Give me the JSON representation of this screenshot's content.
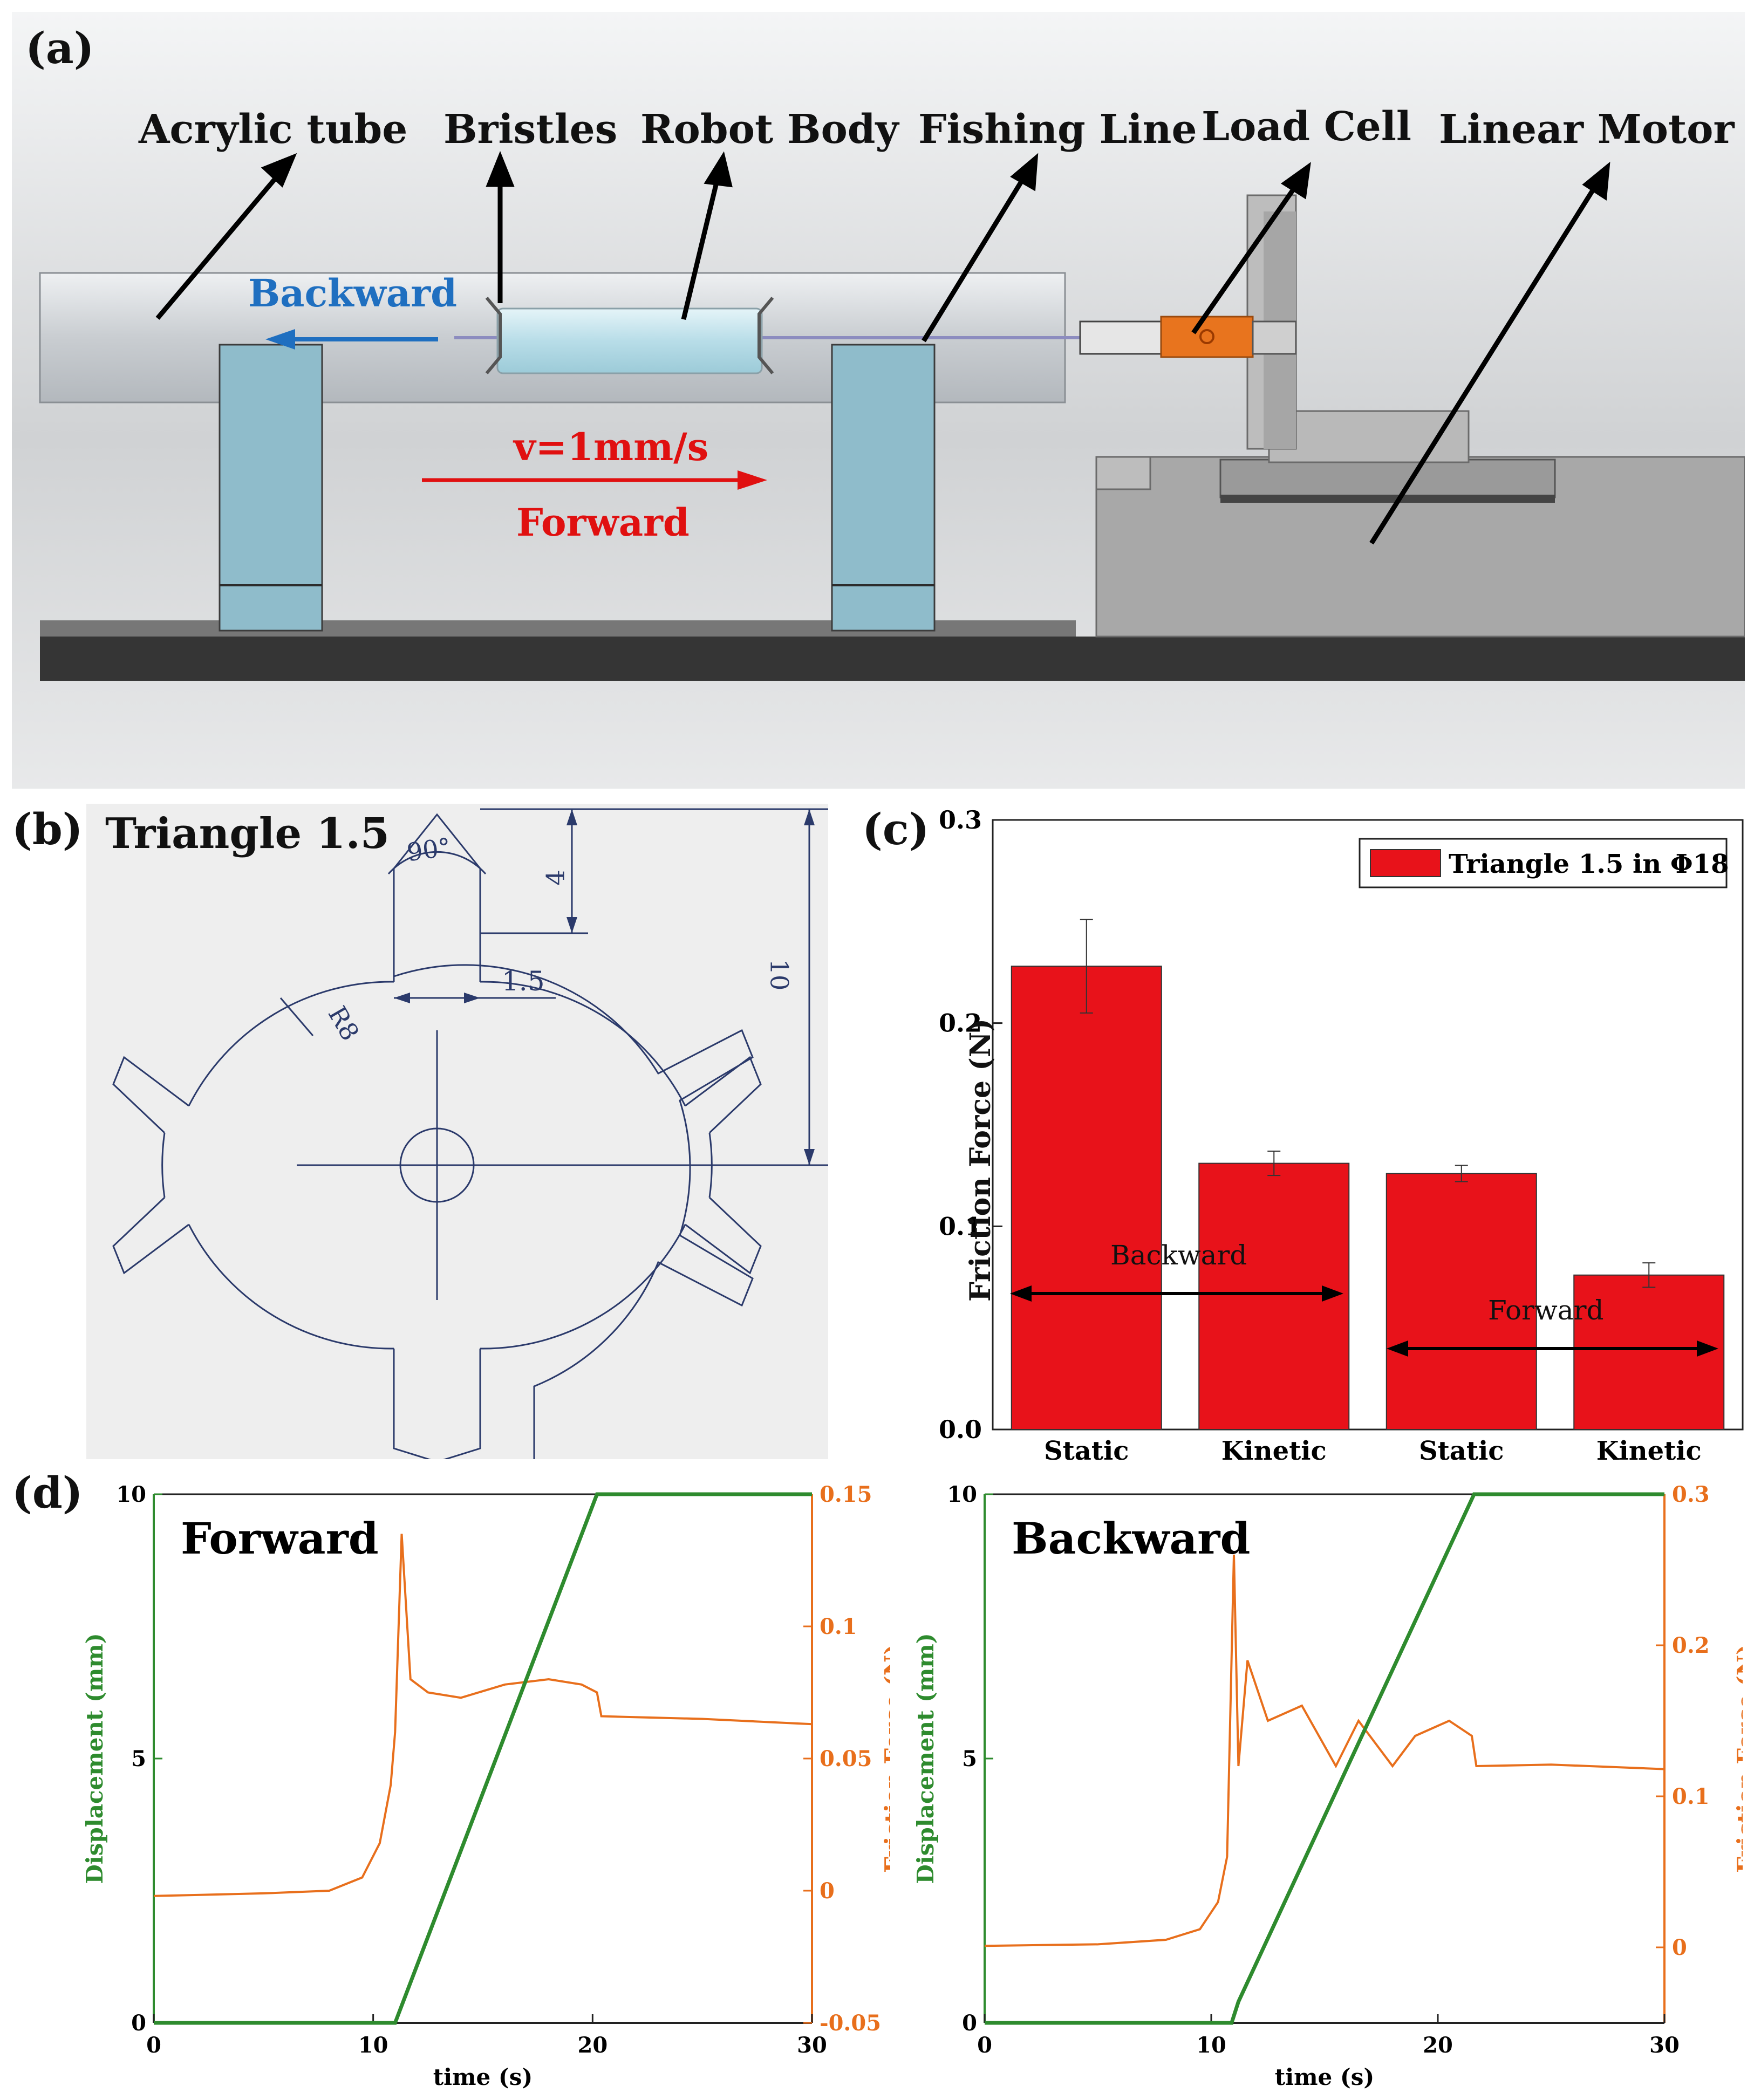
{
  "panel_a": {
    "letter": "(a)",
    "labels": {
      "acrylic_tube": "Acrylic tube",
      "bristles": "Bristles",
      "robot_body": "Robot Body",
      "fishing_line": "Fishing Line",
      "load_cell": "Load Cell",
      "linear_motor": "Linear  Motor"
    },
    "backward": "Backward",
    "velocity": "v=1mm/s",
    "forward": "Forward",
    "colors": {
      "backward": "#1f6fc0",
      "forward": "#e01010",
      "tube": "#cfd3d7",
      "support": "#8fbccb",
      "base": "#3c3c3c",
      "motor": "#a9a9a9",
      "load_cell": "#e8741e"
    }
  },
  "panel_b": {
    "letter": "(b)",
    "title": "Triangle 1.5",
    "dims": {
      "angle": "90°",
      "tip": "4",
      "width": "1.5",
      "radius": "R8",
      "total": "10"
    }
  },
  "panel_c": {
    "letter": "(c)",
    "ylabel": "Friction Force (N)",
    "legend": "Triangle 1.5 in Φ18",
    "backward_label": "Backward",
    "forward_label": "Forward",
    "chart_data": {
      "type": "bar",
      "categories": [
        "Static",
        "Kinetic",
        "Static",
        "Kinetic"
      ],
      "values": [
        0.228,
        0.131,
        0.126,
        0.076
      ],
      "errors": [
        0.023,
        0.006,
        0.004,
        0.006
      ],
      "ylim": [
        0,
        0.3
      ],
      "yticks": [
        "0.0",
        "0.1",
        "0.2",
        "0.3"
      ],
      "legend": [
        "Triangle 1.5 in Φ18"
      ],
      "color": "#e8121a"
    }
  },
  "panel_d": {
    "letter": "(d)",
    "chart_data": [
      {
        "type": "line",
        "title": "Forward",
        "xlabel": "time (s)",
        "ylabel_left": "Displacement (mm)",
        "ylabel_right": "Friction Force (N)",
        "xlim": [
          0,
          30
        ],
        "xticks": [
          "0",
          "10",
          "20",
          "30"
        ],
        "ylim_left": [
          0,
          10
        ],
        "yticks_left": [
          "0",
          "5",
          "10"
        ],
        "ylim_right": [
          -0.05,
          0.15
        ],
        "yticks_right": [
          "-0.05",
          "0",
          "0.05",
          "0.1",
          "0.15"
        ],
        "series": [
          {
            "axis": "left",
            "color": "#2e8b2e",
            "x": [
              0,
              11,
              20.2,
              30
            ],
            "y": [
              0,
              0,
              10,
              10
            ]
          },
          {
            "axis": "right",
            "color": "#e86f1c",
            "x": [
              0,
              5,
              8,
              9.5,
              10.3,
              10.8,
              11.0,
              11.3,
              11.7,
              12.5,
              14,
              16,
              18,
              19.5,
              20.2,
              20.4,
              25,
              30
            ],
            "y": [
              -0.002,
              -0.001,
              0.0,
              0.005,
              0.018,
              0.04,
              0.06,
              0.135,
              0.08,
              0.075,
              0.073,
              0.078,
              0.08,
              0.078,
              0.075,
              0.066,
              0.065,
              0.063
            ]
          }
        ]
      },
      {
        "type": "line",
        "title": "Backward",
        "xlabel": "time (s)",
        "ylabel_left": "Displacement (mm)",
        "ylabel_right": "Friction Force (N)",
        "xlim": [
          0,
          30
        ],
        "xticks": [
          "0",
          "10",
          "20",
          "30"
        ],
        "ylim_left": [
          0,
          10
        ],
        "yticks_left": [
          "0",
          "5",
          "10"
        ],
        "ylim_right": [
          -0.05,
          0.3
        ],
        "yticks_right": [
          "0",
          "0.1",
          "0.2",
          "0.3"
        ],
        "series": [
          {
            "axis": "left",
            "color": "#2e8b2e",
            "x": [
              0,
              10.9,
              11.2,
              21.6,
              30
            ],
            "y": [
              0,
              0,
              0.4,
              10,
              10
            ]
          },
          {
            "axis": "right",
            "color": "#e86f1c",
            "x": [
              0,
              5,
              8,
              9.5,
              10.3,
              10.7,
              11.0,
              11.2,
              11.6,
              12.5,
              14,
              15.5,
              16.5,
              18,
              19,
              20.5,
              21.5,
              21.7,
              25,
              30
            ],
            "y": [
              0.001,
              0.002,
              0.005,
              0.012,
              0.03,
              0.06,
              0.26,
              0.12,
              0.19,
              0.15,
              0.16,
              0.12,
              0.15,
              0.12,
              0.14,
              0.15,
              0.14,
              0.12,
              0.121,
              0.118
            ]
          }
        ]
      }
    ]
  }
}
